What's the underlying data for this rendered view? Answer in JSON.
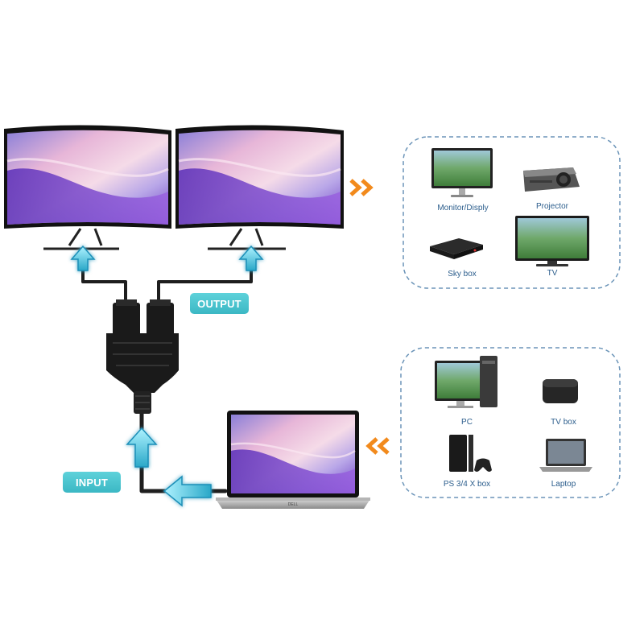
{
  "labels": {
    "output": "OUTPUT",
    "input": "INPUT"
  },
  "output_devices": [
    {
      "label": "Monitor/Disply",
      "icon": "monitor-icon"
    },
    {
      "label": "Projector",
      "icon": "projector-icon"
    },
    {
      "label": "Sky box",
      "icon": "sky-box-icon"
    },
    {
      "label": "TV",
      "icon": "tv-icon"
    }
  ],
  "input_devices": [
    {
      "label": "PC",
      "icon": "pc-icon"
    },
    {
      "label": "TV box",
      "icon": "tv-box-icon"
    },
    {
      "label": "PS 3/4 X box",
      "icon": "game-console-icon"
    },
    {
      "label": "Laptop",
      "icon": "laptop-icon"
    }
  ],
  "laptop_brand": "DELL",
  "colors": {
    "accent_cyan": "#4fc8d2",
    "chevron_orange": "#f28a1c",
    "dashed_border": "#6b94b8",
    "label_text": "#2b5d8c",
    "cable": "#1e1e1e"
  }
}
